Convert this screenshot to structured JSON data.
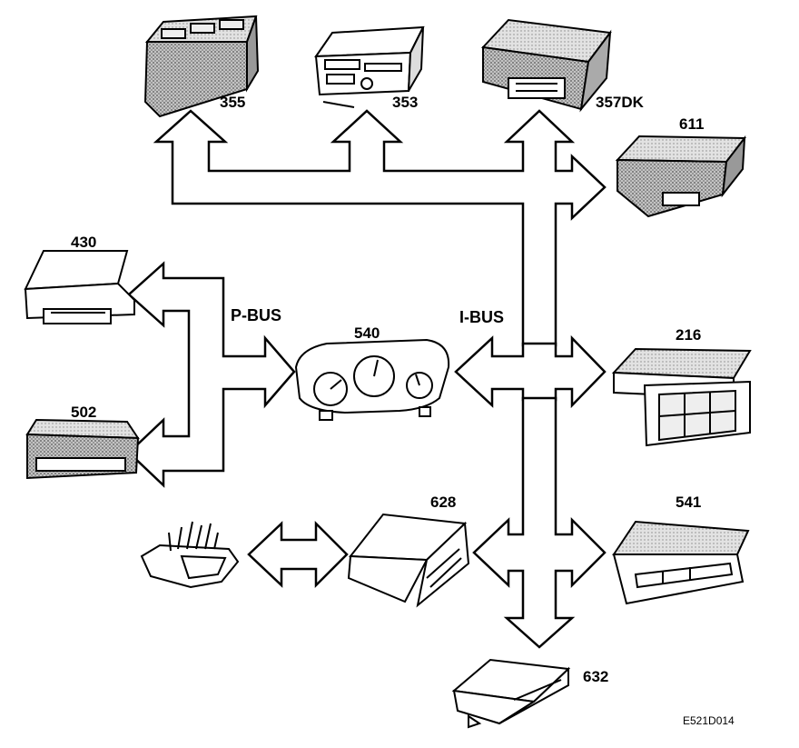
{
  "buses": {
    "p_bus": "P-BUS",
    "i_bus": "I-BUS"
  },
  "modules": {
    "m355": "355",
    "m353": "353",
    "m357": "357DK",
    "m611": "611",
    "m430": "430",
    "m540": "540",
    "m216": "216",
    "m502": "502",
    "m628": "628",
    "m541": "541",
    "m632": "632"
  },
  "figure_code": "E521D014"
}
